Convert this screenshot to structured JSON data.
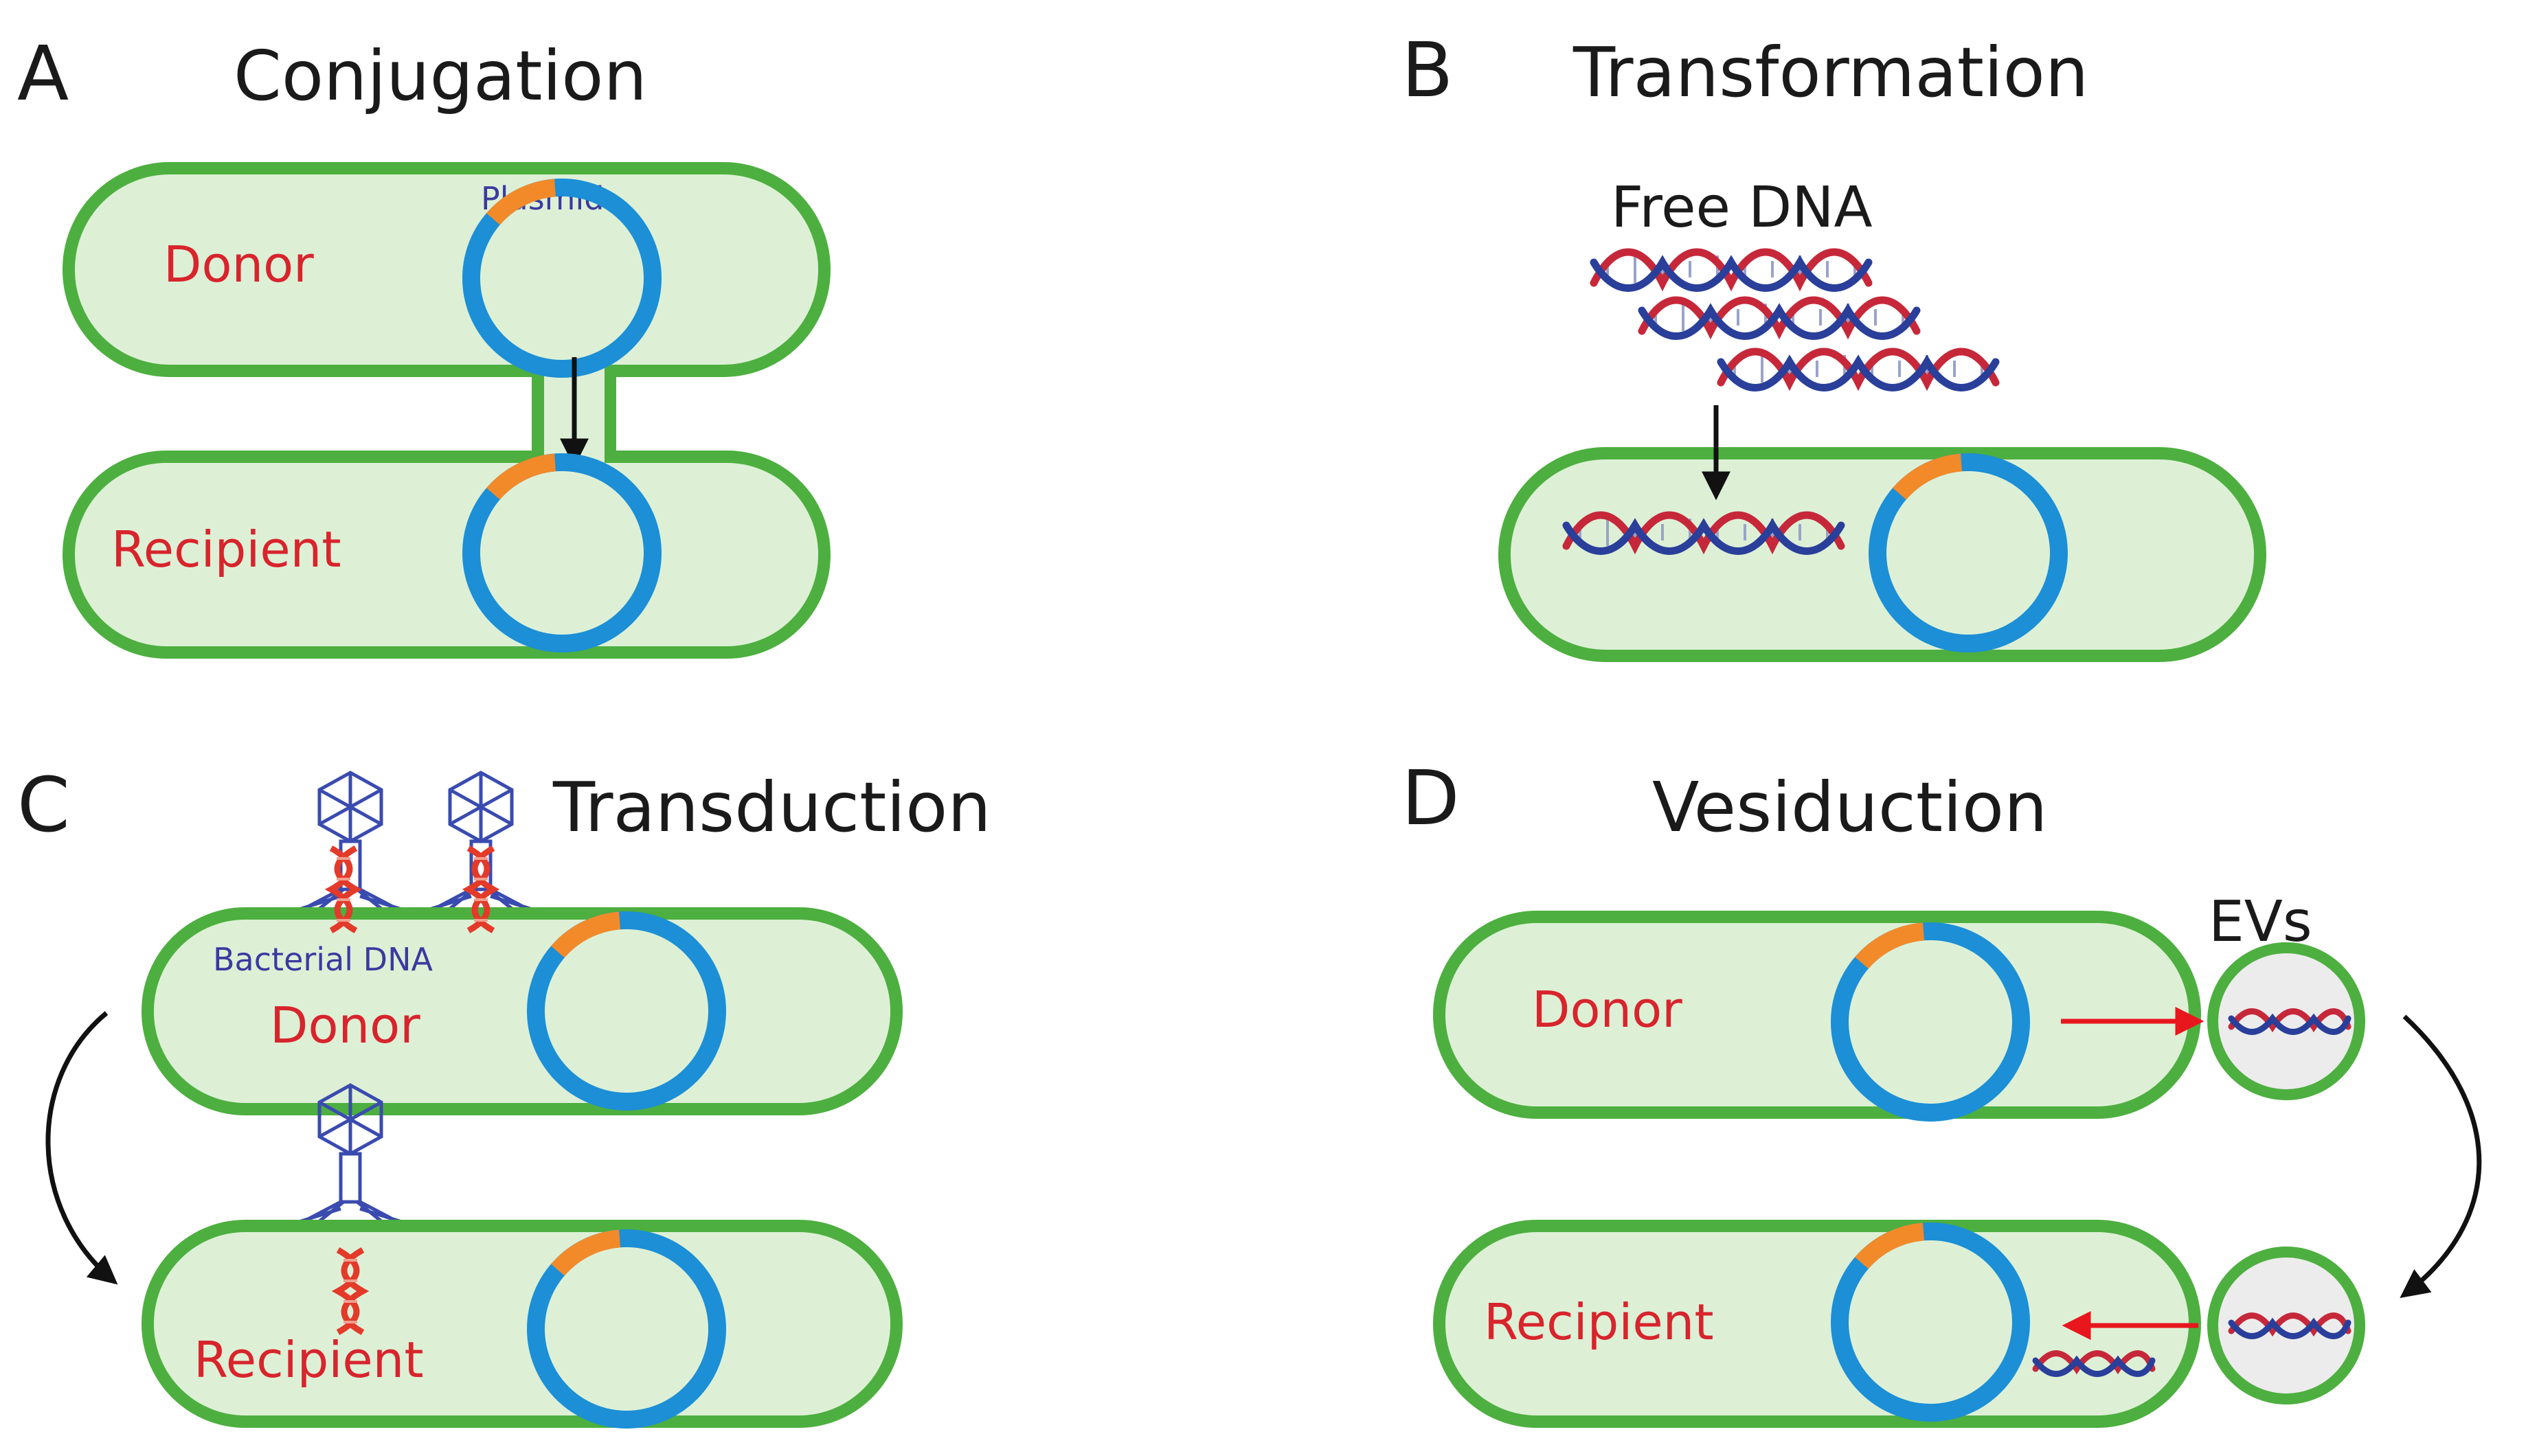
{
  "panels": {
    "a": {
      "letter": "A",
      "title": "Conjugation",
      "donor": "Donor",
      "recipient": "Recipient",
      "plasmid": "Plasmid"
    },
    "b": {
      "letter": "B",
      "title": "Transformation",
      "free_dna": "Free DNA"
    },
    "c": {
      "letter": "C",
      "title": "Transduction",
      "bacterial_dna": "Bacterial DNA",
      "donor": "Donor",
      "recipient": "Recipient"
    },
    "d": {
      "letter": "D",
      "title": "Vesiduction",
      "evs": "EVs",
      "donor": "Donor",
      "recipient": "Recipient"
    }
  },
  "colors": {
    "cell_fill": "#ddf0d6",
    "cell_outline": "#4daf3f",
    "plasmid_main": "#1c8fd6",
    "plasmid_insert": "#f28a2a",
    "label_red": "#d8242c",
    "label_blue": "#3a3aa0",
    "arrow_red": "#e8161d",
    "dna_red": "#c6283a",
    "dna_blue": "#2a3f9a",
    "ev_fill": "#ececec"
  },
  "icons": [
    "plasmid-icon",
    "dna-helix-icon",
    "bacteriophage-icon",
    "extracellular-vesicle-icon",
    "arrow-icon"
  ]
}
